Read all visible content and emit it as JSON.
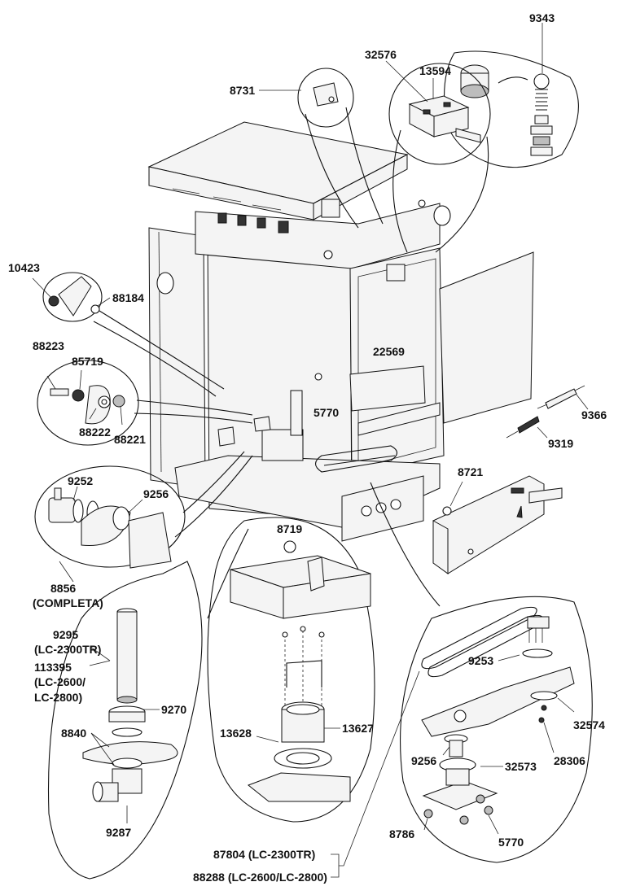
{
  "callouts": [
    {
      "id": "c9343",
      "text": "9343"
    },
    {
      "id": "c32576",
      "text": "32576"
    },
    {
      "id": "c13594",
      "text": "13594"
    },
    {
      "id": "c8731",
      "text": "8731"
    },
    {
      "id": "c10423",
      "text": "10423"
    },
    {
      "id": "c88184",
      "text": "88184"
    },
    {
      "id": "c88223",
      "text": "88223"
    },
    {
      "id": "c85719",
      "text": "85719"
    },
    {
      "id": "c88222",
      "text": "88222"
    },
    {
      "id": "c88221",
      "text": "88221"
    },
    {
      "id": "c22569",
      "text": "22569"
    },
    {
      "id": "c5770a",
      "text": "5770"
    },
    {
      "id": "c9366",
      "text": "9366"
    },
    {
      "id": "c9319",
      "text": "9319"
    },
    {
      "id": "c9252",
      "text": "9252"
    },
    {
      "id": "c9256a",
      "text": "9256"
    },
    {
      "id": "c8721",
      "text": "8721"
    },
    {
      "id": "c8856",
      "text": "8856"
    },
    {
      "id": "c8856sub",
      "text": "(COMPLETA)"
    },
    {
      "id": "c8719",
      "text": "8719"
    },
    {
      "id": "c9295",
      "text": "9295"
    },
    {
      "id": "c9295sub",
      "text": "(LC-2300TR)"
    },
    {
      "id": "c113395",
      "text": "113395"
    },
    {
      "id": "c113395a",
      "text": "(LC-2600/"
    },
    {
      "id": "c113395b",
      "text": "LC-2800)"
    },
    {
      "id": "c9270",
      "text": "9270"
    },
    {
      "id": "c8840",
      "text": "8840"
    },
    {
      "id": "c9287",
      "text": "9287"
    },
    {
      "id": "c13628",
      "text": "13628"
    },
    {
      "id": "c13627",
      "text": "13627"
    },
    {
      "id": "c9253",
      "text": "9253"
    },
    {
      "id": "c32574",
      "text": "32574"
    },
    {
      "id": "c28306",
      "text": "28306"
    },
    {
      "id": "c9256b",
      "text": "9256"
    },
    {
      "id": "c32573",
      "text": "32573"
    },
    {
      "id": "c8786",
      "text": "8786"
    },
    {
      "id": "c5770b",
      "text": "5770"
    },
    {
      "id": "c87804",
      "text": "87804 (LC-2300TR)"
    },
    {
      "id": "c88288",
      "text": "88288 (LC-2600/LC-2800)"
    }
  ]
}
